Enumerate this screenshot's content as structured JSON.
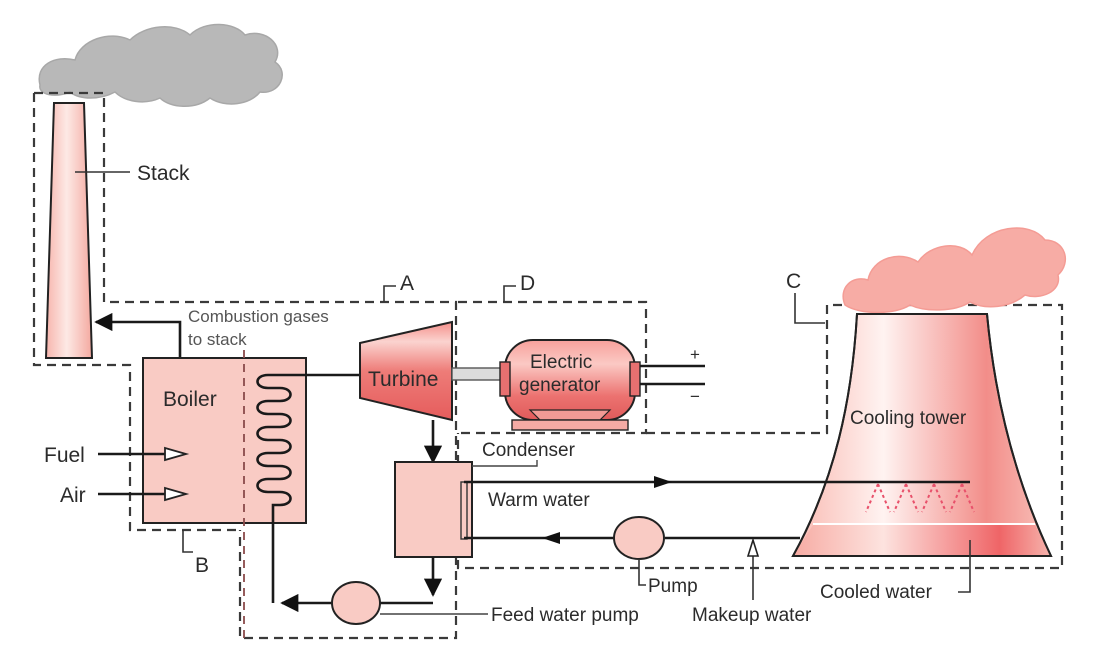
{
  "title": "Steam power plant schematic",
  "colors": {
    "component_fill": "#f9c9c0",
    "component_accent": "#ec6a6a",
    "smoke_gray": "#b5b5b5",
    "steam_pink": "#f7a9a2",
    "boundary": "#3a3a3a"
  },
  "labels": {
    "stack": "Stack",
    "combustion_line1": "Combustion gases",
    "combustion_line2": "to stack",
    "boiler": "Boiler",
    "fuel": "Fuel",
    "air": "Air",
    "turbine": "Turbine",
    "generator_line1": "Electric",
    "generator_line2": "generator",
    "plus": "+",
    "minus": "−",
    "condenser": "Condenser",
    "warm_water": "Warm water",
    "cooling_tower": "Cooling tower",
    "pump": "Pump",
    "feed_water_pump": "Feed water pump",
    "makeup_water": "Makeup water",
    "cooled_water": "Cooled water"
  },
  "subsystems": {
    "a": "A",
    "b": "B",
    "c": "C",
    "d": "D"
  }
}
